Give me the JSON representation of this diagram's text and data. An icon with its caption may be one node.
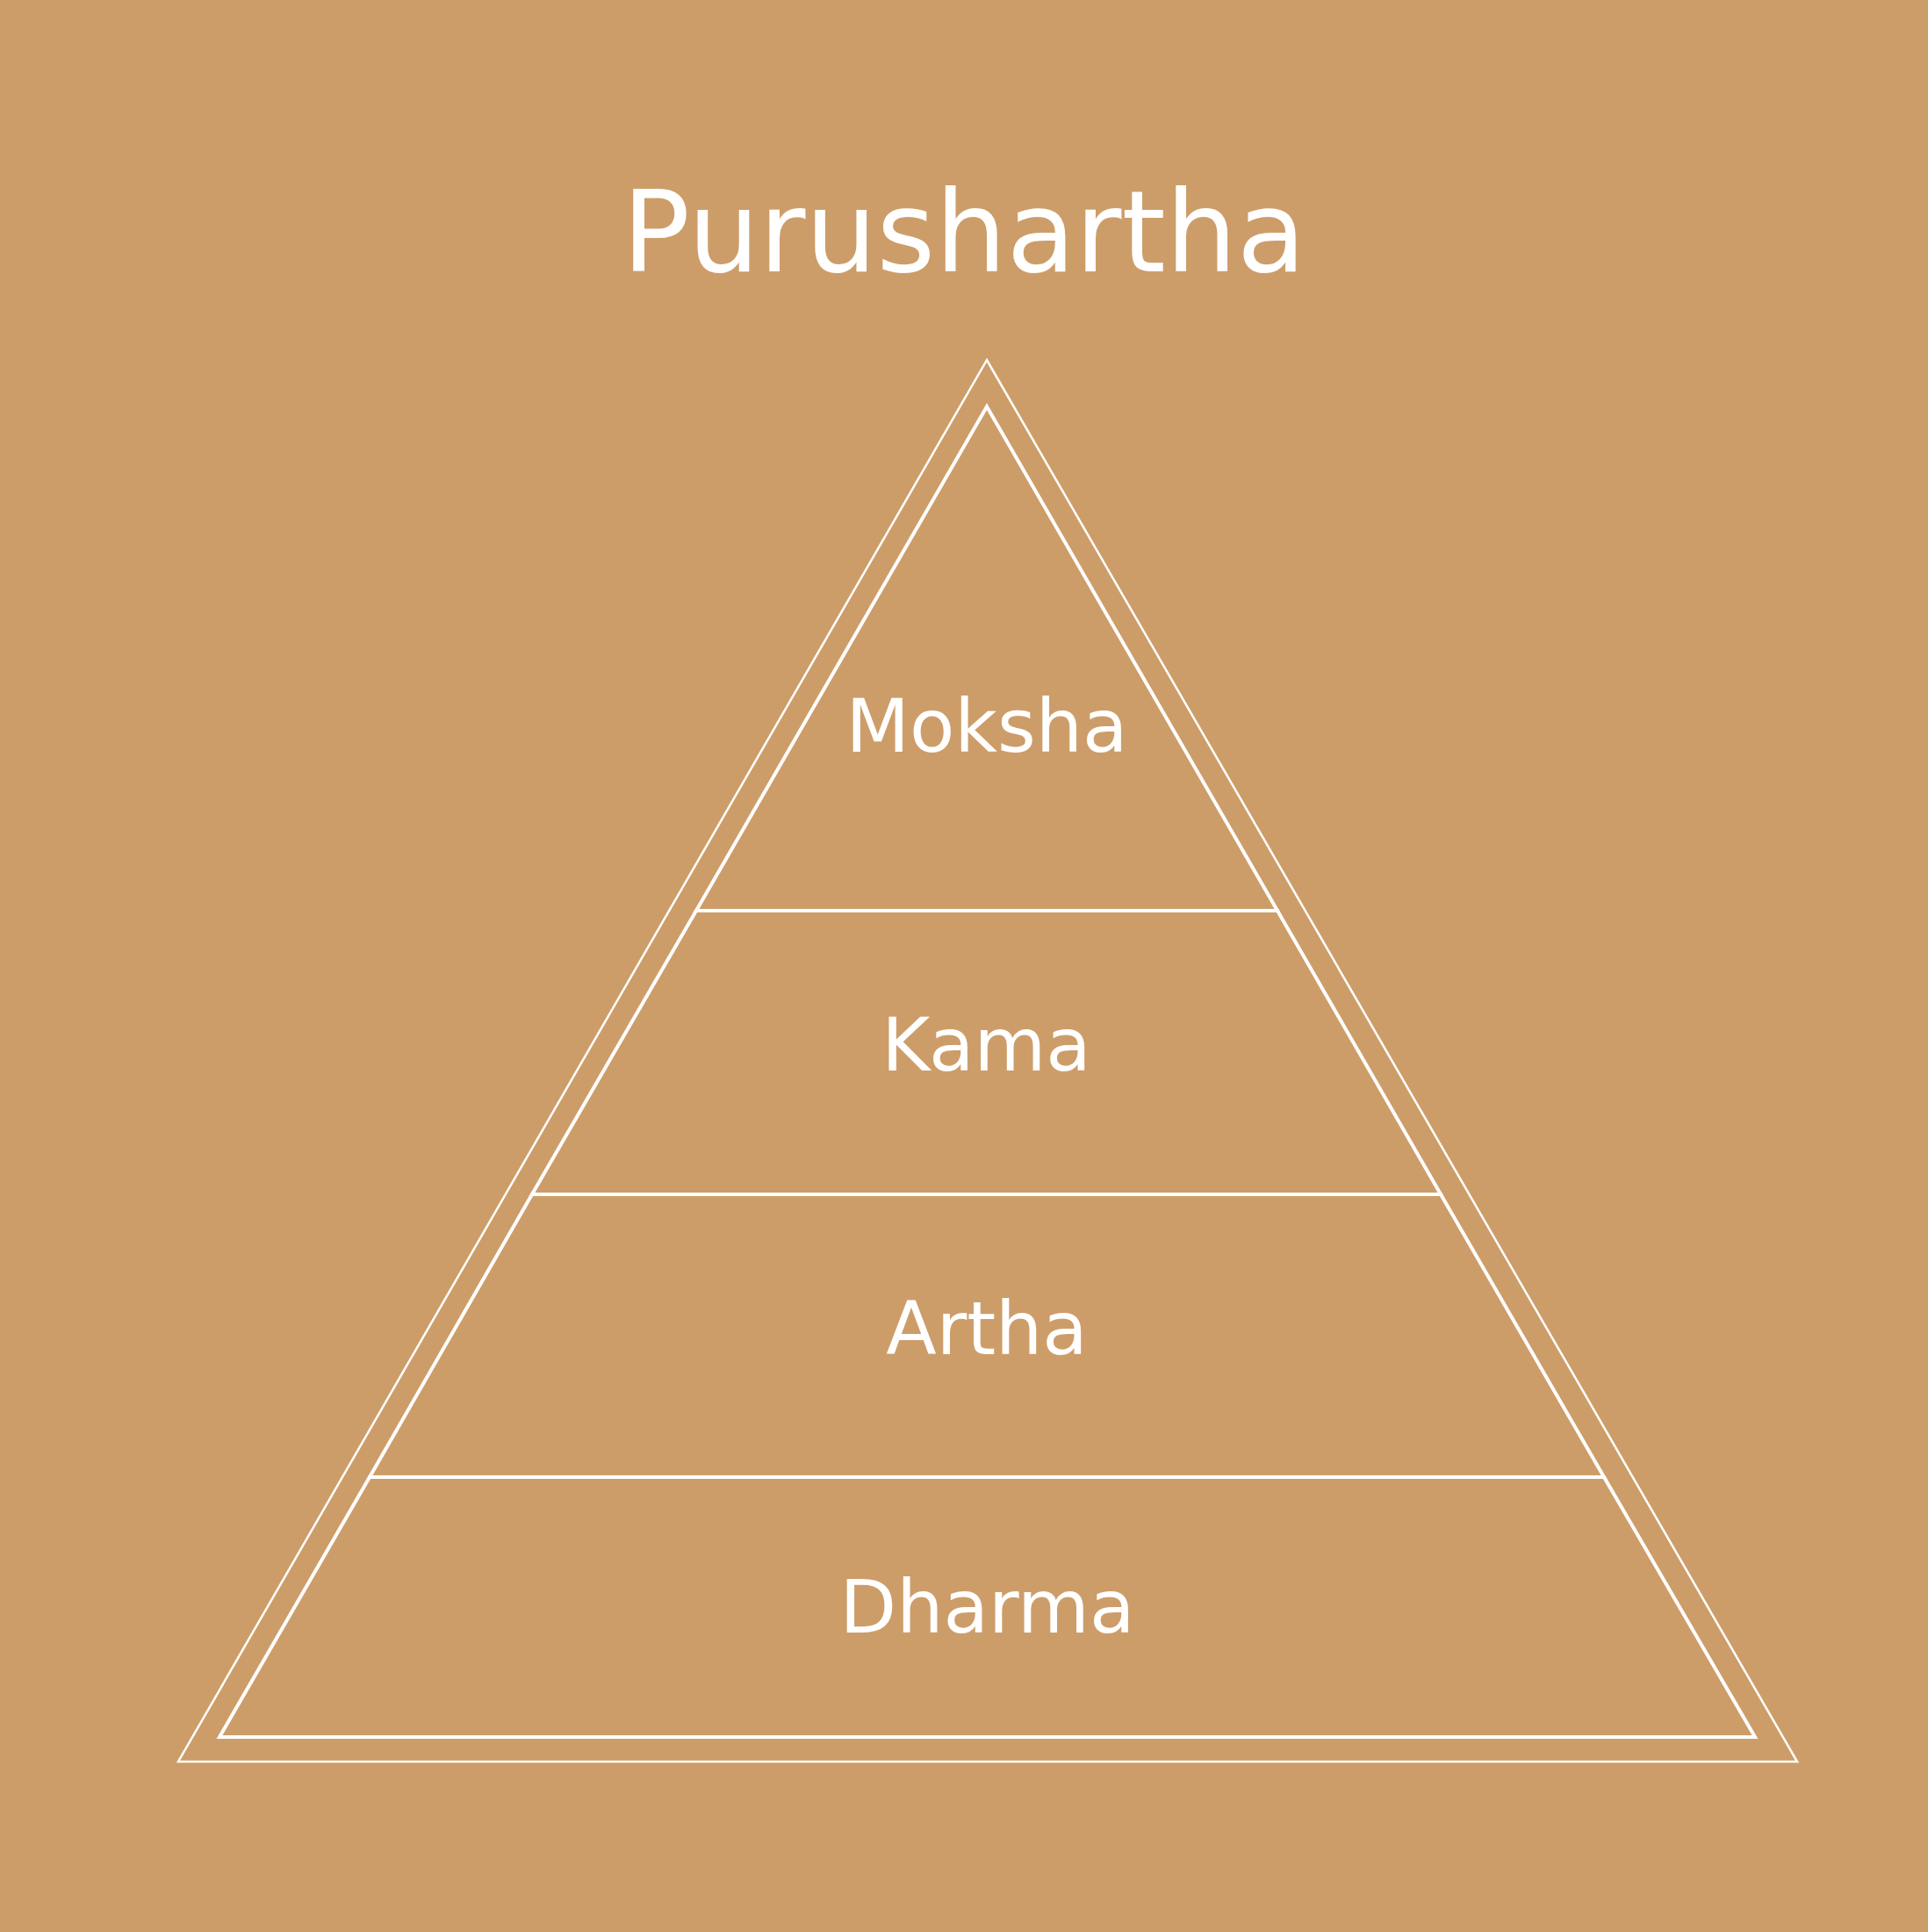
{
  "diagram": {
    "title": "Purushartha",
    "nodes": [
      {
        "text": [
          "Moksha"
        ]
      },
      {
        "text": [
          "Kama"
        ]
      },
      {
        "text": [
          "Artha"
        ]
      },
      {
        "text": [
          "Dharma"
        ]
      }
    ]
  }
}
